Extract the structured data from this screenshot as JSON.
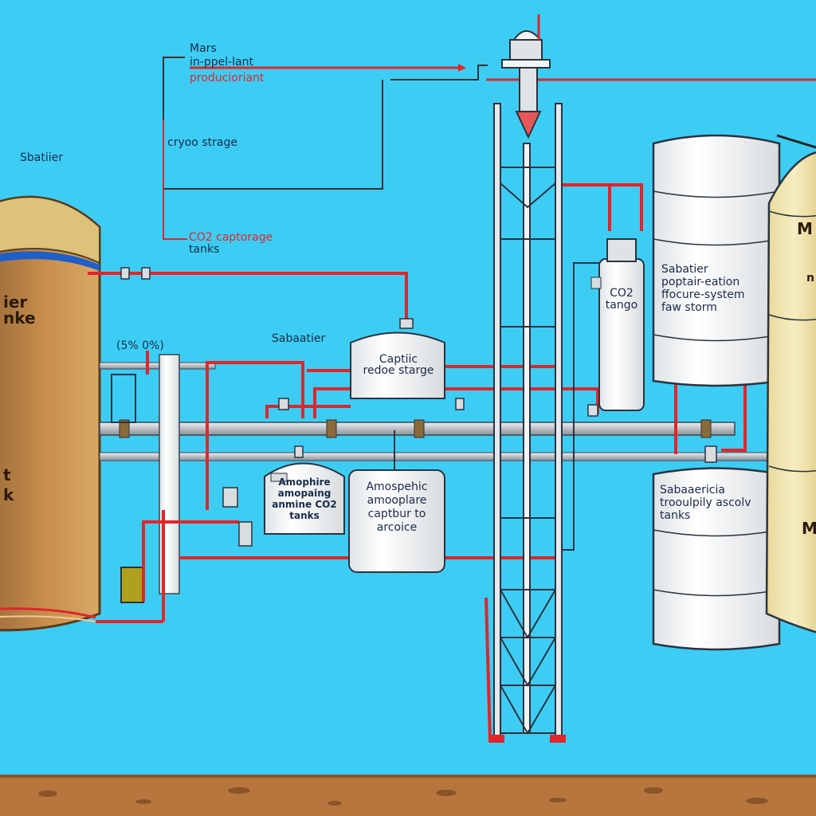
{
  "title": {
    "line1": "Mars",
    "line2": "in-ppel-lant",
    "line3": "producioriant"
  },
  "labels": {
    "cryo_storage": "cryoo strage",
    "co2_captorage_line1": "CO2 captorage",
    "co2_captorage_line2": "tanks",
    "sbatiier_top": "Sbatiier",
    "left_tank_line1": "ier",
    "left_tank_line2": "nke",
    "left_tank_line3": "t",
    "left_tank_line4": "k",
    "percent_readout": "(5% 0%)",
    "sabaatier_mid": "Sabaatier",
    "captic_line1": "Captiic",
    "captic_line2": "redoe starge",
    "co2_tango_line1": "CO2",
    "co2_tango_line2": "tango",
    "right_tall_line1": "Sabatier",
    "right_tall_line2": "poptair-eation",
    "right_tall_line3": "ffocure-system",
    "right_tall_line4": "faw storm",
    "amophire_line1": "Amophire",
    "amophire_line2": "amopaing",
    "amophire_line3": "anmine CO2",
    "amophire_line4": "tanks",
    "amospehic_line1": "Amospehic",
    "amospehic_line2": "amooplare",
    "amospehic_line3": "captbur to",
    "amospehic_line4": "arcoice",
    "right_lower_line1": "Sabaaericia",
    "right_lower_line2": "trooulpily ascolv",
    "right_lower_line3": "tanks",
    "far_right_top": "M",
    "far_right_mid": "n",
    "far_right_bottom": "M"
  },
  "colors": {
    "sky": "#3dcdf4",
    "ground": "#b8763f",
    "pipe_red": "#e0262a",
    "pipe_steel": "#c9ced4",
    "tank_white": "#f4f4f2",
    "tank_gold": "#d8b878",
    "tank_cream": "#f2e9b6",
    "outline": "#2a3340"
  }
}
